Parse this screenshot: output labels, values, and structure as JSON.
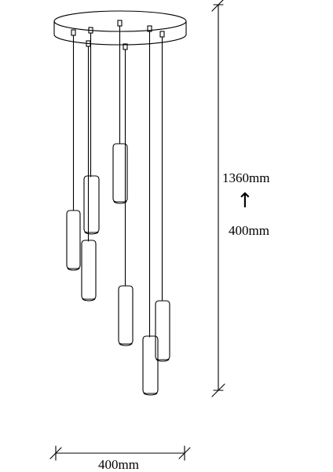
{
  "product": {
    "pendant_count": 7,
    "canopy_shape": "round"
  },
  "dimensions": {
    "max_height_label": "1360mm",
    "min_height_label": "400mm",
    "width_label": "400mm",
    "height_arrow_icon": "arrow-up-icon"
  },
  "colors": {
    "stroke": "#000000",
    "background": "#ffffff"
  }
}
